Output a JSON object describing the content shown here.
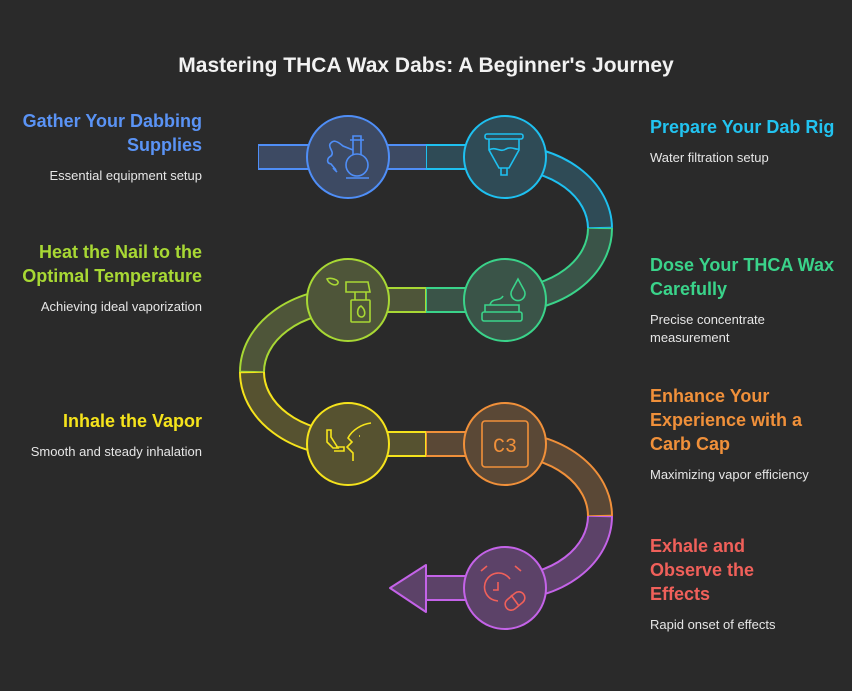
{
  "title": "Mastering THCA Wax Dabs: A Beginner's Journey",
  "steps": [
    {
      "title": "Gather Your Dabbing Supplies",
      "desc": "Essential equipment setup",
      "color": "#5a93f5",
      "icon": "bong-icon"
    },
    {
      "title": "Prepare Your Dab Rig",
      "desc": "Water filtration setup",
      "color": "#22c3f0",
      "icon": "water-chamber-icon"
    },
    {
      "title": "Dose Your THCA Wax Carefully",
      "desc": "Precise concentrate measurement",
      "color": "#3ad38a",
      "icon": "wax-dose-icon"
    },
    {
      "title": "Heat the Nail to the Optimal Temperature",
      "desc": "Achieving ideal vaporization",
      "color": "#a8d834",
      "icon": "torch-icon"
    },
    {
      "title": "Inhale the Vapor",
      "desc": "Smooth and steady inhalation",
      "color": "#f5e31c",
      "icon": "inhale-icon"
    },
    {
      "title": "Enhance Your Experience with a Carb Cap",
      "desc": "Maximizing vapor efficiency",
      "color": "#f0903a",
      "icon": "carb-cap-icon",
      "icon_text": "C3"
    },
    {
      "title": "Exhale and Observe the Effects",
      "desc": "Rapid onset of effects",
      "color": "#f0605a",
      "icon": "timer-pill-icon"
    }
  ]
}
